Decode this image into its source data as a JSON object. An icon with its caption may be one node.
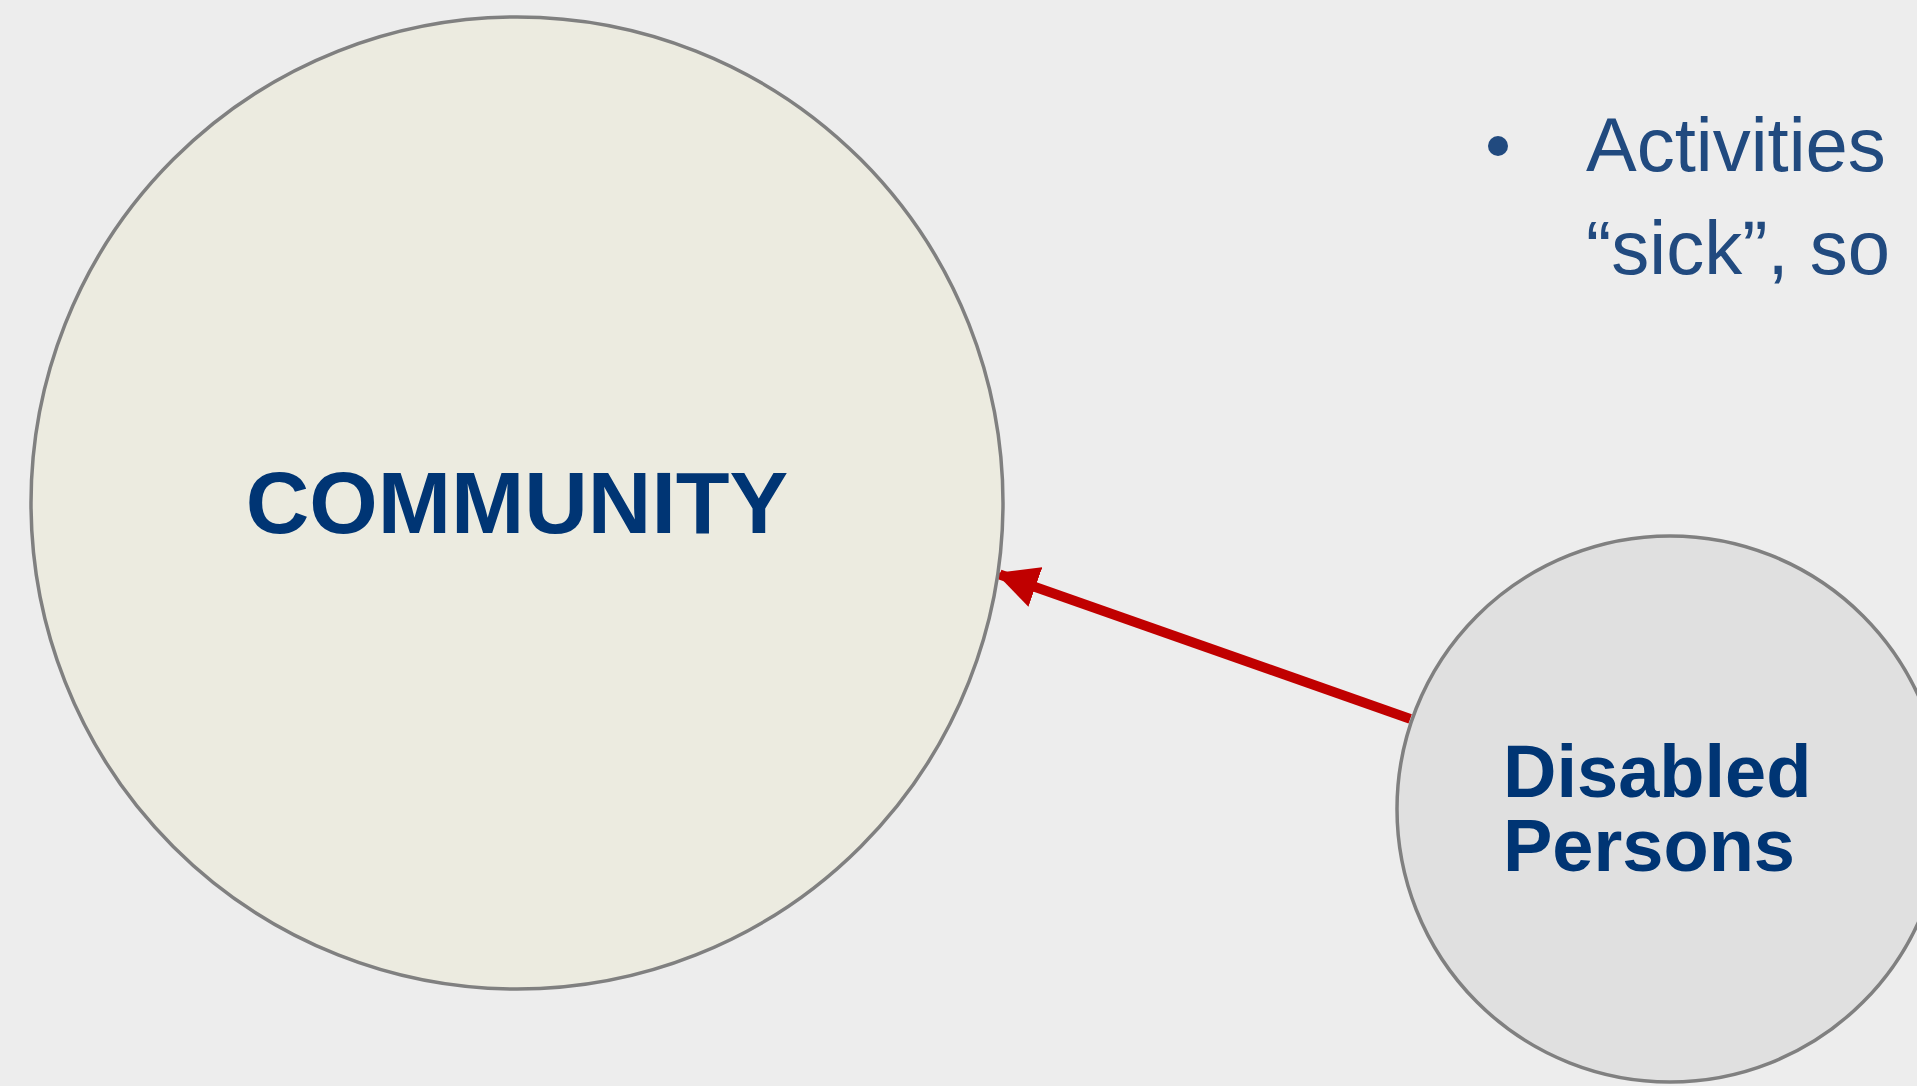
{
  "diagram": {
    "nodes": [
      {
        "text": [
          "COMMUNITY"
        ]
      },
      {
        "text": [
          "Disabled Persons"
        ]
      }
    ],
    "edges": [
      {
        "from": 1,
        "to": 0,
        "arrow": "to",
        "color": "#c00000"
      }
    ],
    "labels": [
      "Activities “sick”, so"
    ]
  }
}
